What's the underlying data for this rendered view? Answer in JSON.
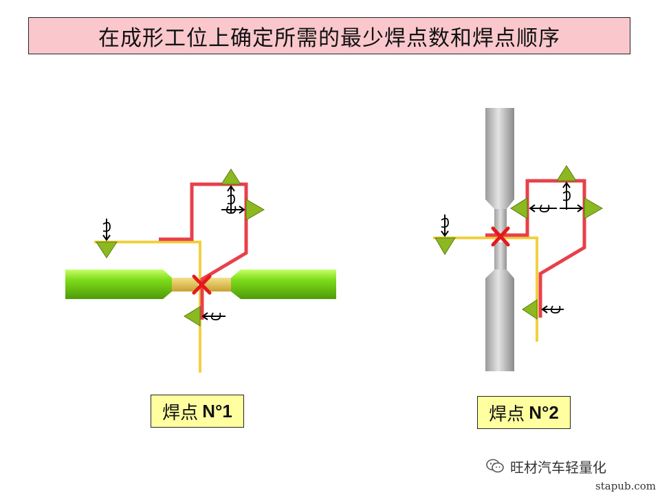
{
  "title": "在成形工位上确定所需的最少焊点数和焊点顺序",
  "labels": [
    {
      "prefix": "焊点",
      "number": "N°1"
    },
    {
      "prefix": "焊点",
      "number": "N°2"
    }
  ],
  "watermark": {
    "text": "旺材汽车轻量化",
    "icon": "wechat-icon"
  },
  "site": "stapub.com",
  "colors": {
    "title_bg": "#f9c7cc",
    "label_bg": "#ffffa0",
    "sheet_red": "#e8404a",
    "sheet_yellow": "#f0d040",
    "electrode_green": "#7ddc1a",
    "electrode_gray": "#c8c8c8",
    "locator_green": "#8cb820",
    "weld_mark": "#e41a1a"
  }
}
